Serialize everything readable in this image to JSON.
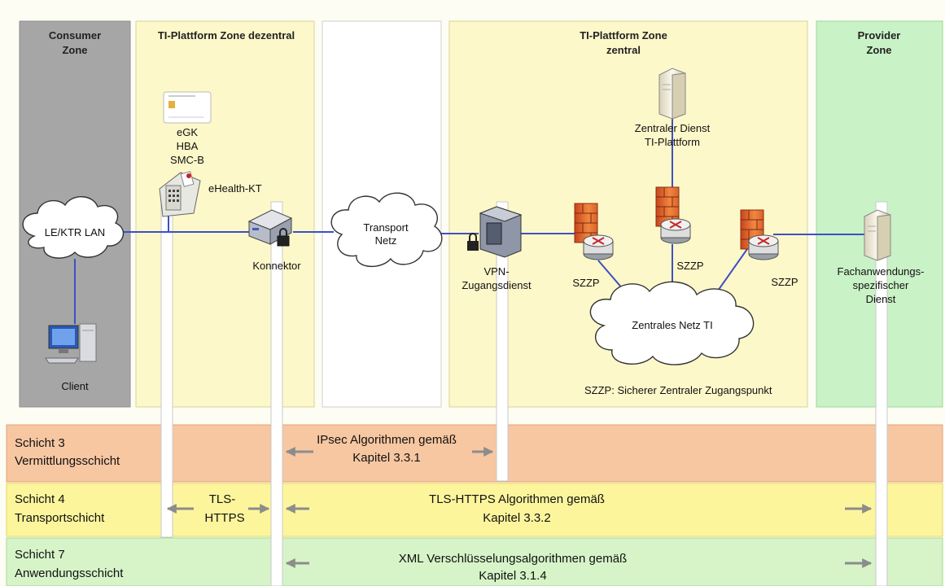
{
  "zones": {
    "consumer": [
      "Consumer",
      "Zone"
    ],
    "dezentral": [
      "TI-Plattform Zone dezentral"
    ],
    "zentral": [
      "TI-Plattform Zone",
      "zentral"
    ],
    "provider": [
      "Provider",
      "Zone"
    ]
  },
  "components": {
    "cards": [
      "eGK",
      "HBA",
      "SMC-B"
    ],
    "ehealth_kt": "eHealth-KT",
    "le_lan": "LE/KTR LAN",
    "client": "Client",
    "konnektor": "Konnektor",
    "transport_netz": [
      "Transport",
      "Netz"
    ],
    "vpn": [
      "VPN-",
      "Zugangsdienst"
    ],
    "zentraler_dienst": [
      "Zentraler Dienst",
      "TI-Plattform"
    ],
    "szzp": "SZZP",
    "zentrales_netz": "Zentrales Netz TI",
    "fachdienst": [
      "Fachanwendungs-",
      "spezifischer",
      "Dienst"
    ],
    "legend": "SZZP: Sicherer Zentraler Zugangspunkt"
  },
  "layers": [
    {
      "label": [
        "Schicht 3",
        "Vermittlungsschicht"
      ],
      "text": [
        "IPsec Algorithmen gemäß",
        "Kapitel 3.3.1"
      ],
      "color": "#f7c7a2"
    },
    {
      "label": [
        "Schicht 4",
        "Transportschicht"
      ],
      "text": [
        "TLS-HTTPS Algorithmen gemäß",
        "Kapitel 3.3.2"
      ],
      "tls": [
        "TLS-",
        "HTTPS"
      ],
      "color": "#fdf59c"
    },
    {
      "label": [
        "Schicht 7",
        "Anwendungsschicht"
      ],
      "text": [
        "XML Verschlüsselungsalgorithmen gemäß",
        "Kapitel 3.1.4"
      ],
      "color": "#d6f4c8"
    }
  ],
  "colors": {
    "line": "#3f4fc4",
    "consumer": "#a5a5a5",
    "dezentral": "#fdf8c9",
    "zentral": "#fdf8c9",
    "provider": "#c9f2c6",
    "transport": "#ffffff"
  }
}
